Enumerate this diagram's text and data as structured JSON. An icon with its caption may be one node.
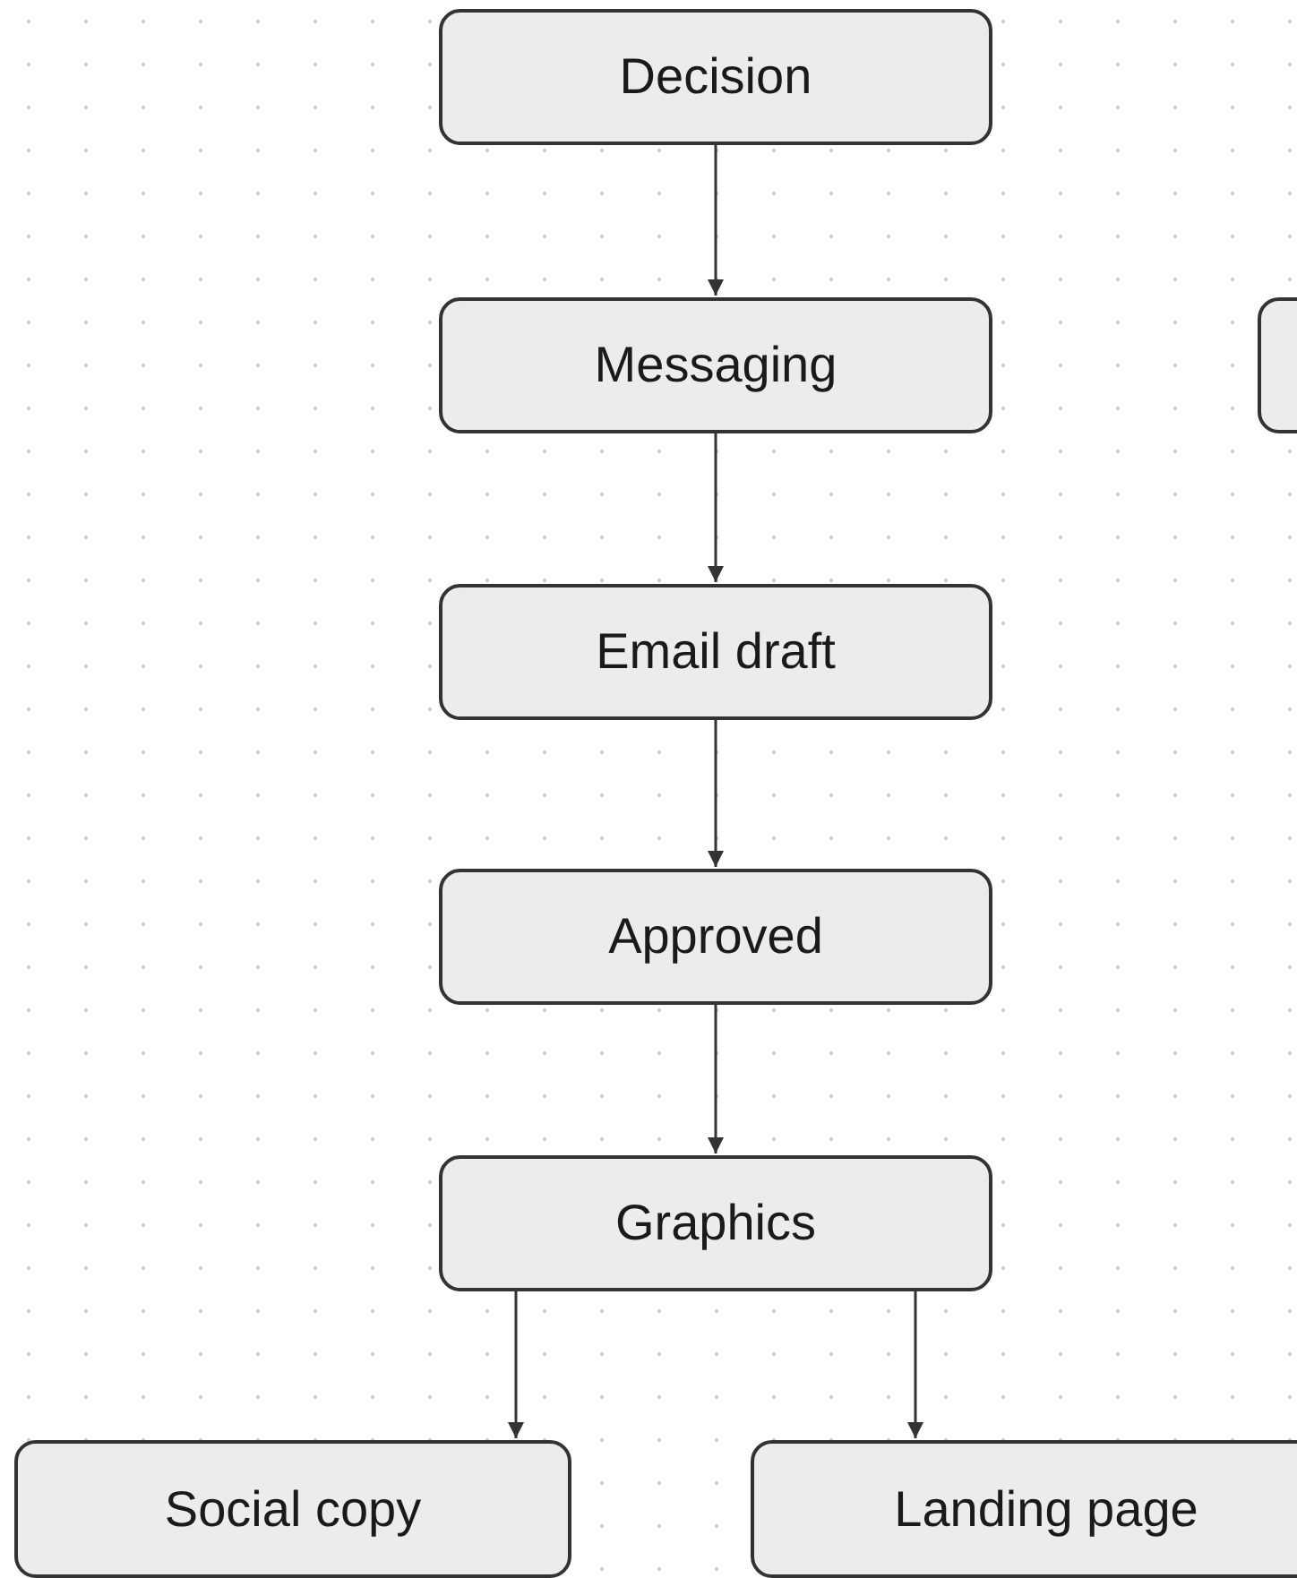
{
  "diagram": {
    "nodes": [
      {
        "text": [
          "Decision"
        ]
      },
      {
        "text": [
          "Messaging"
        ]
      },
      {
        "text": [
          "Email draft"
        ]
      },
      {
        "text": [
          "Approved"
        ]
      },
      {
        "text": [
          "Graphics"
        ]
      },
      {
        "text": [
          "Social copy"
        ]
      },
      {
        "text": [
          "Landing page"
        ]
      },
      {
        "text": [],
        "shape": "box"
      }
    ],
    "edges": [
      {
        "from": 0,
        "to": 1,
        "arrow": "to"
      },
      {
        "from": 1,
        "to": 2,
        "arrow": "to"
      },
      {
        "from": 2,
        "to": 3,
        "arrow": "to"
      },
      {
        "from": 3,
        "to": 4,
        "arrow": "to"
      },
      {
        "from": 4,
        "to": 5,
        "arrow": "to"
      },
      {
        "from": 4,
        "to": 6,
        "arrow": "to"
      }
    ]
  }
}
